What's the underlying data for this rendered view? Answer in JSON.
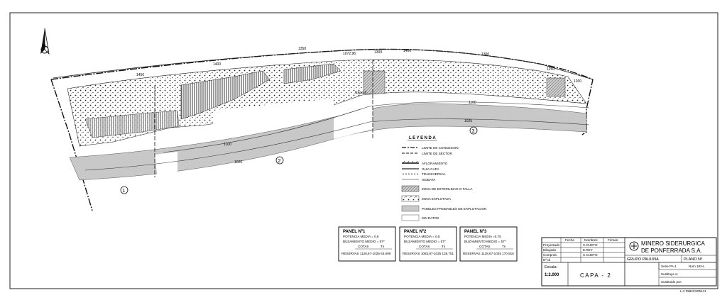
{
  "map": {
    "north_label": "N",
    "contours": {
      "c1450": "1450",
      "c1400": "1400",
      "c1350": "1350",
      "c1300a": "1300",
      "c1300b": "1300",
      "c1250": "1250",
      "c1200": "1200",
      "c1025a": "1025",
      "c1025b": "1025",
      "c1100a": "1100",
      "c1100b": "1100",
      "c1025c": "1025",
      "c1072": "1072,96",
      "c1400b": "1400"
    },
    "labels": {
      "capa2": "Capa 2",
      "sector1": "1",
      "sector2": "2",
      "sector3": "3"
    }
  },
  "legend": {
    "title": "LEYENDA",
    "items": [
      {
        "label": "LIMITE DE CONCESION"
      },
      {
        "label": "LIMITE DE SECTOR"
      },
      {
        "label": "AFLORAMIENTO"
      },
      {
        "label": "GUIA CAPA"
      },
      {
        "label": "TRANSVERSAL"
      },
      {
        "label": "ISOBATA"
      },
      {
        "label": "ZONA DE ESTERILIDAD O FALLA"
      },
      {
        "label": "ZONA EXPLOTADA"
      },
      {
        "label": "PANELES PROBABLES DE EXPLOTACION"
      },
      {
        "label": "SIN DATOS"
      }
    ]
  },
  "panels": [
    {
      "title": "PANEL Nº1",
      "potencia": "POTENCIA MEDIA = 0,6",
      "buzamiento": "BUZAMIENTO MEDIO = 57º",
      "cotas_label": "COTAS",
      "cotas_value": "Tn",
      "reservas": "RESERVAS 1126,67-1025 63.699"
    },
    {
      "title": "PANEL Nº2",
      "potencia": "POTENCIA MEDIA = 0,8",
      "buzamiento": "BUZAMIENTO MEDIO = 57º",
      "cotas_label": "COTAS",
      "cotas_value": "Tn",
      "reservas": "RESERVAS 1083,87-1025 138.751"
    },
    {
      "title": "PANEL Nº3",
      "potencia": "POTENCIA MEDIA =0,75",
      "buzamiento": "BUZAMIENTO MEDIO = 57º",
      "cotas_label": "COTAS",
      "cotas_value": "Tn",
      "reservas": "RESERVAS 1128,67-1025 170.916"
    }
  ],
  "title_block": {
    "col_fecha": "Fecha",
    "col_nombres": "Nombres",
    "col_firmas": "Firmas",
    "row_labels": [
      "Proyectado",
      "Dibujado",
      "Comprob.",
      "Nº Id"
    ],
    "names": [
      "C.CUETO",
      "E.REY",
      "C.CUETO"
    ],
    "company_line1": "MINERO SIDERURGICA",
    "company_line2": "DE PONFERRADA S.A.",
    "grupo": "GRUPO PAULINA",
    "plano": "PLANO Nº",
    "escala_label": "Escala:",
    "escala_value": "1:2.000",
    "drawing_title": "CAPA - 2",
    "serie": "Serie PA-1",
    "num": "Num 182-L",
    "sustituye": "Sustituye a:",
    "sustituido": "Sustituido por:",
    "footer_code": "L-2 2584CS05141"
  }
}
